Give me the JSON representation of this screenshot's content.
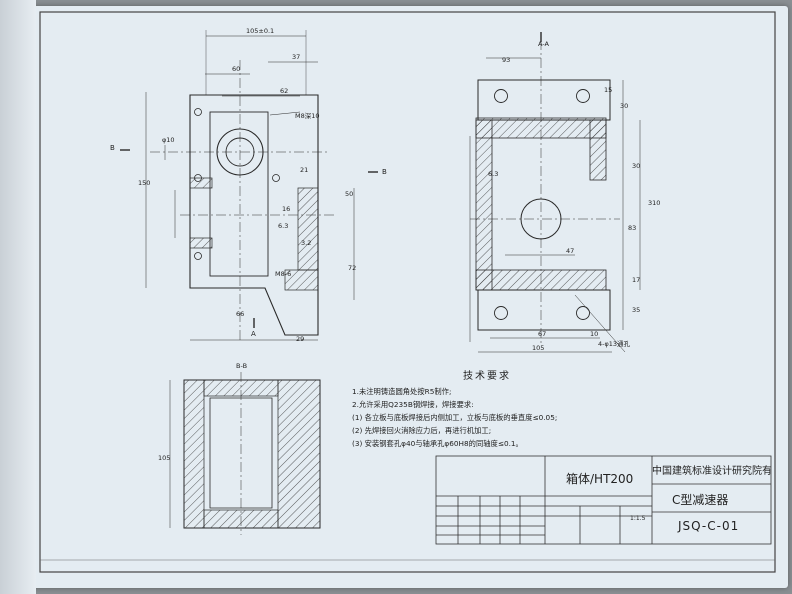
{
  "views": {
    "section_bb_label": "B-B",
    "section_aa_label": "A-A",
    "section_marker_a": "A",
    "section_marker_b": "B"
  },
  "dimensions": {
    "front": [
      "105±0.1",
      "37",
      "60",
      "62",
      "M8深10",
      "φ10",
      "21",
      "16",
      "6.3",
      "3.2",
      "M8-6",
      "150",
      "66",
      "29",
      "72",
      "50"
    ],
    "side": [
      "93",
      "15",
      "30",
      "6.3",
      "30",
      "310",
      "83",
      "47",
      "17",
      "35",
      "67",
      "10",
      "105",
      "4-φ13通孔"
    ],
    "section_bb": [
      "105"
    ]
  },
  "notes": {
    "heading": "技术要求",
    "items": [
      "1.未注明铸造圆角处按R5制作;",
      "2.允许采用Q235B钢焊接，焊接要求:",
      "(1) 各立板与底板焊接后内侧加工，立板与底板的垂直度≤0.05;",
      "(2) 先焊接回火消除应力后，再进行机加工;",
      "(3) 安装钢套孔φ40与轴承孔φ60H8的同轴度≤0.1。"
    ]
  },
  "title_block": {
    "material": "箱体/HT200",
    "company": "中国建筑标准设计研究院有限公司",
    "part_name": "C型减速器",
    "drawing_no": "JSQ-C-01",
    "scale": "1:1.5"
  }
}
